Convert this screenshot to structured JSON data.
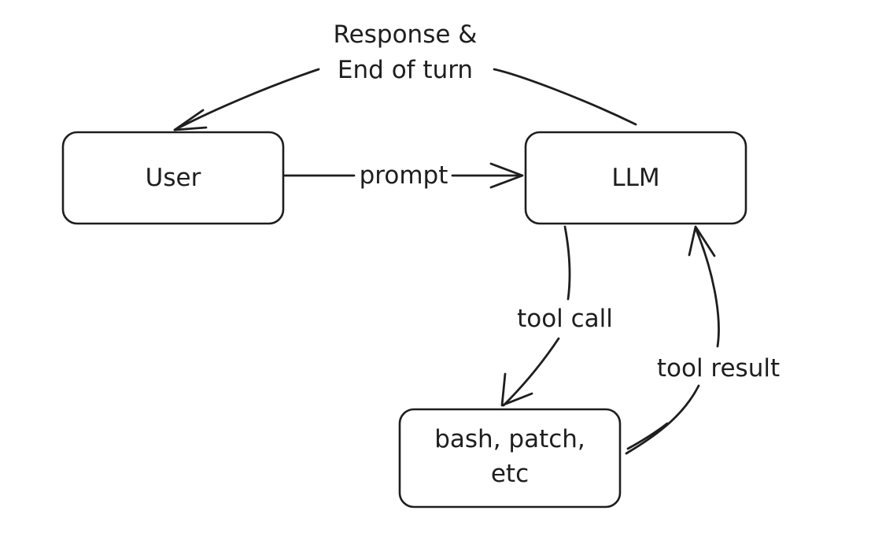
{
  "diagram": {
    "nodes": {
      "user": {
        "label": "User"
      },
      "llm": {
        "label": "LLM"
      },
      "tools": {
        "label_line1": "bash, patch,",
        "label_line2": "etc"
      }
    },
    "edges": {
      "prompt": {
        "label": "prompt"
      },
      "response": {
        "label_line1": "Response &",
        "label_line2": "End of turn"
      },
      "tool_call": {
        "label": "tool call"
      },
      "tool_result": {
        "label": "tool result"
      }
    }
  }
}
